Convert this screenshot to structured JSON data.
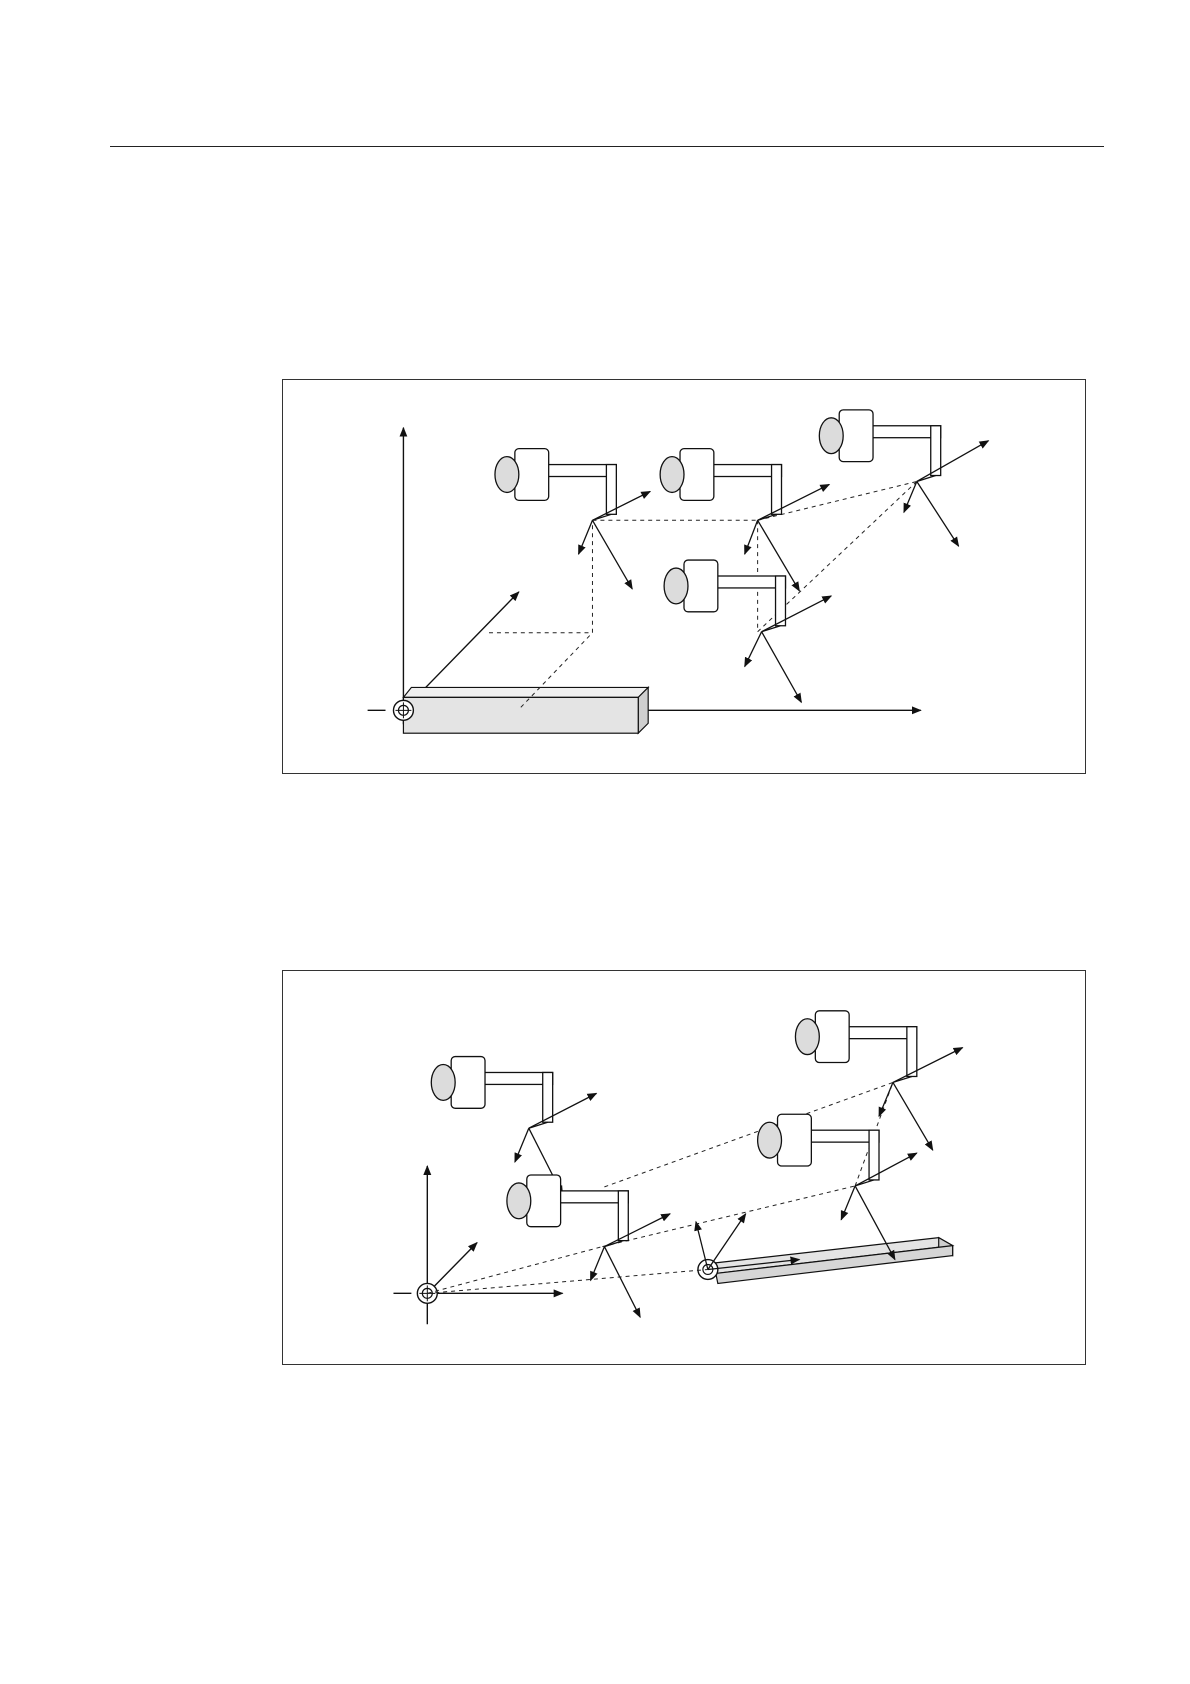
{
  "page": {
    "header_rule": true
  },
  "figures": [
    {
      "name": "tool-path-figure-top",
      "tool_poses": 4,
      "has_workpiece_bar": true
    },
    {
      "name": "tool-path-figure-bottom",
      "tool_poses": 4,
      "has_workpiece_bar": true
    }
  ],
  "colors": {
    "line": "#111111",
    "bar_fill": "#e4e4e4",
    "tool_fill": "#ffffff"
  }
}
